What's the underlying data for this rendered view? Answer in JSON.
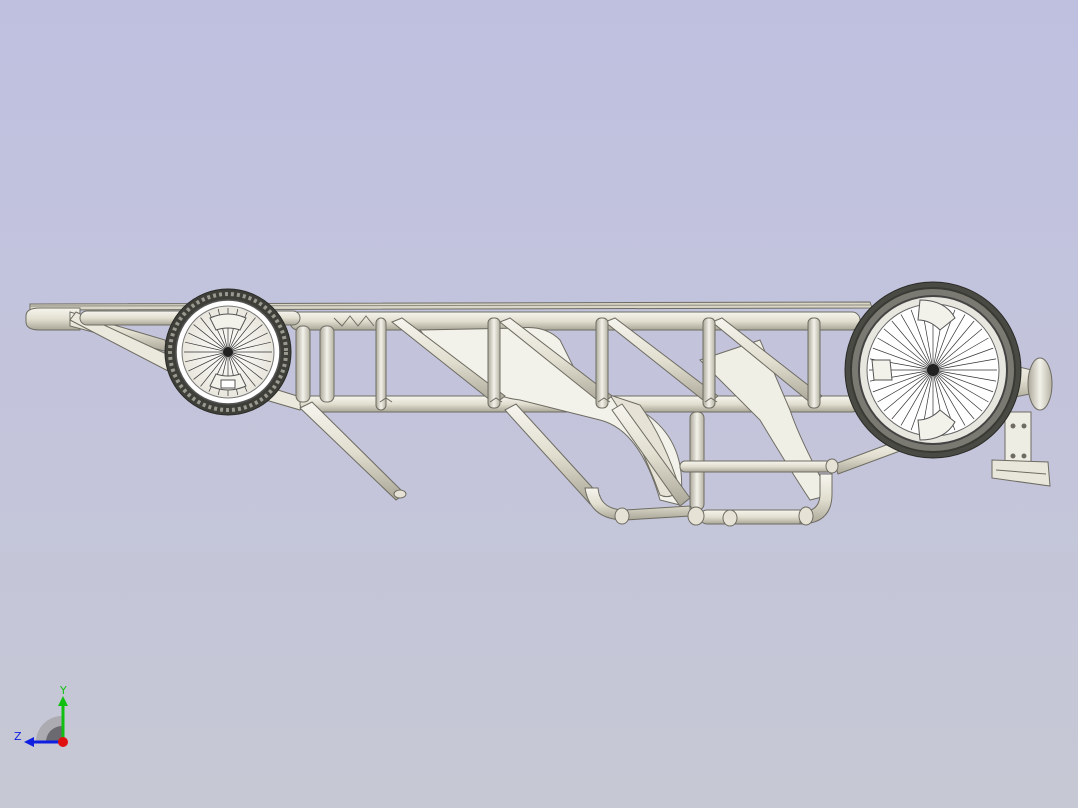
{
  "viewport": {
    "background_top": "#bfc0e0",
    "background_bottom": "#c6c8d4"
  },
  "model": {
    "name": "go-kart-chassis",
    "tube_color": "#e6e3d6",
    "tube_edge": "#6e6c62",
    "tire_color": "#4a4a44"
  },
  "triad": {
    "x_label": "",
    "y_label": "Y",
    "z_label": "Z",
    "x_color": "#e01010",
    "y_color": "#10c010",
    "z_color": "#1020e0"
  }
}
